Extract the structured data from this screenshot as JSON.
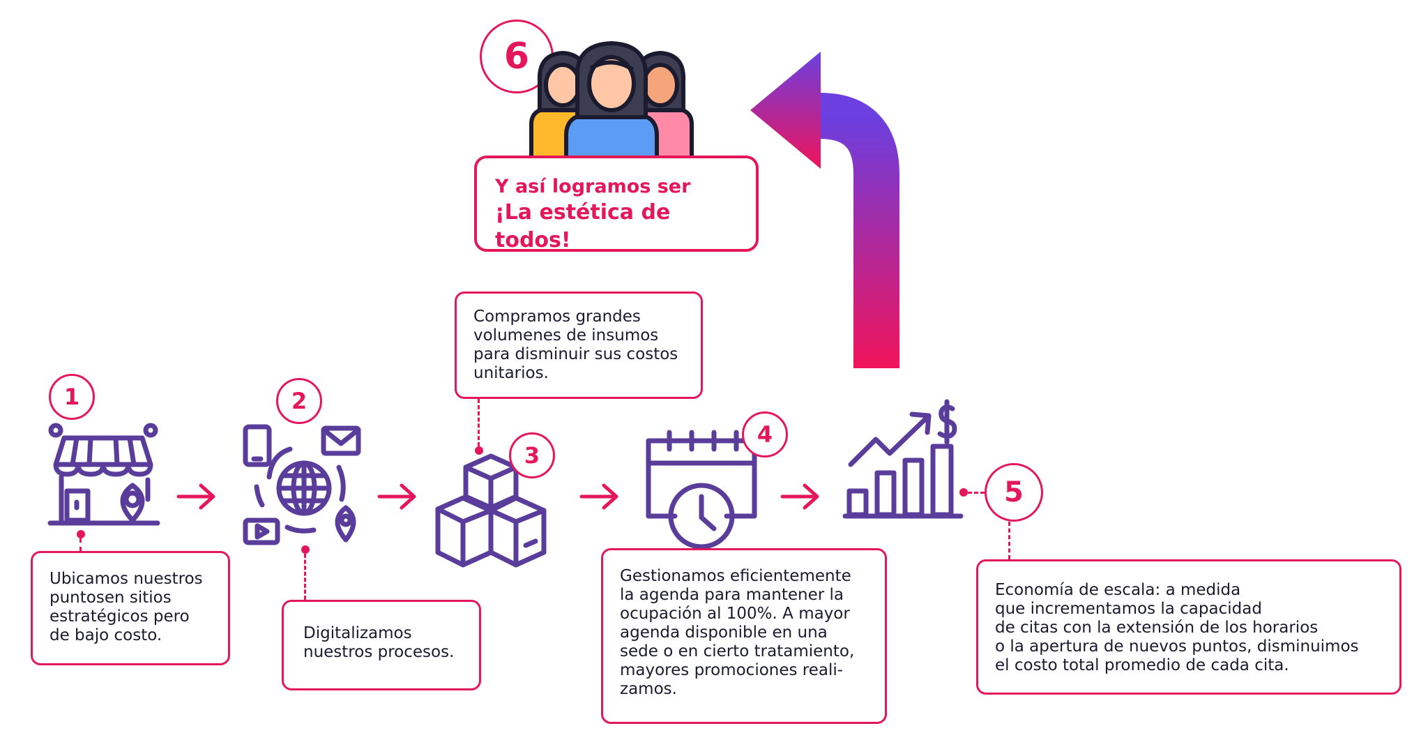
{
  "steps": [
    {
      "number": "1",
      "text": "Ubicamos nuestros\npuntosen sitios\nestratégicos pero\nde bajo costo.",
      "icon": "storefront-icon"
    },
    {
      "number": "2",
      "text": "Digitalizamos\nnuestros procesos.",
      "icon": "digital-network-icon"
    },
    {
      "number": "3",
      "text": "Compramos grandes\nvolumenes de insumos\npara disminuir sus costos\nunitarios.",
      "icon": "boxes-icon"
    },
    {
      "number": "4",
      "text": "Gestionamos eficientemente\nla agenda para mantener la\nocupación al 100%. A mayor\nagenda disponible en una\nsede o en cierto tratamiento,\nmayores promociones reali-\nzamos.",
      "icon": "calendar-clock-icon"
    },
    {
      "number": "5",
      "text": "Economía de escala: a medida\nque incrementamos la capacidad\nde citas con la extensión de los horarios\no la apertura de nuevos puntos, disminuimos\nel costo total promedio de cada cita.",
      "icon": "growth-chart-icon"
    },
    {
      "number": "6",
      "icon": "group-women-icon"
    }
  ],
  "tagline": {
    "line1": "Y así logramos ser",
    "line2": "¡La estética de todos!"
  },
  "colors": {
    "accent": "#e5175b",
    "icon_stroke": "#5a3d9a",
    "arrow_top": "#6b3fe0",
    "arrow_bottom": "#f0145a"
  }
}
